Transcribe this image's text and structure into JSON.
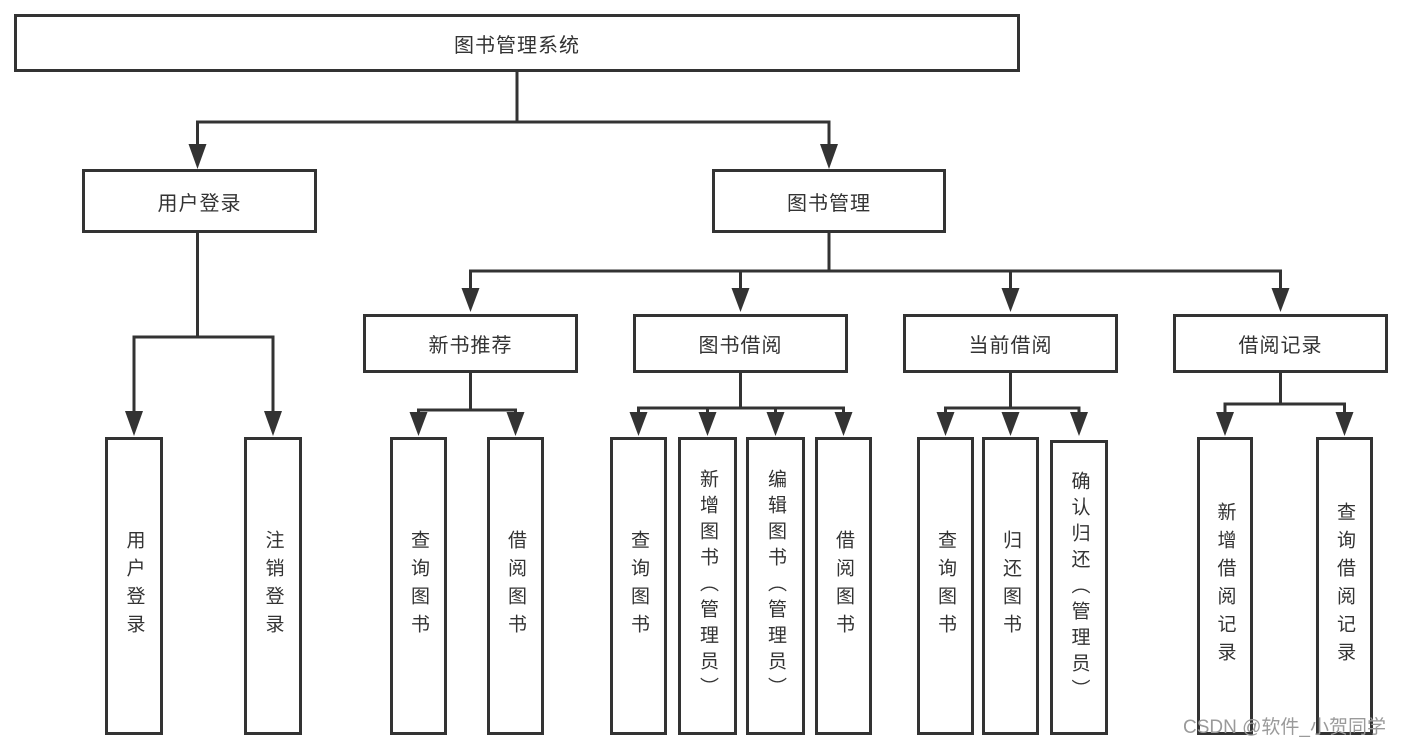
{
  "tree": {
    "root_label": "图书管理系统",
    "branches": [
      {
        "label": "用户登录",
        "children": [
          {
            "label": "用户登录"
          },
          {
            "label": "注销登录"
          }
        ]
      },
      {
        "label": "图书管理",
        "children": [
          {
            "label": "新书推荐",
            "children": [
              {
                "label": "查询图书"
              },
              {
                "label": "借阅图书"
              }
            ]
          },
          {
            "label": "图书借阅",
            "children": [
              {
                "label": "查询图书"
              },
              {
                "label": "新增图书（管理员）"
              },
              {
                "label": "编辑图书（管理员）"
              },
              {
                "label": "借阅图书"
              }
            ]
          },
          {
            "label": "当前借阅",
            "children": [
              {
                "label": "查询图书"
              },
              {
                "label": "归还图书"
              },
              {
                "label": "确认归还（管理员）"
              }
            ]
          },
          {
            "label": "借阅记录",
            "children": [
              {
                "label": "新增借阅记录"
              },
              {
                "label": "查询借阅记录"
              }
            ]
          }
        ]
      }
    ]
  },
  "watermark": {
    "text": "CSDN @软件_小贺同学"
  },
  "colors": {
    "line": "#333333",
    "box_border": "#333333",
    "text": "#333333",
    "watermark": "#9a9a9a",
    "background": "#ffffff"
  }
}
